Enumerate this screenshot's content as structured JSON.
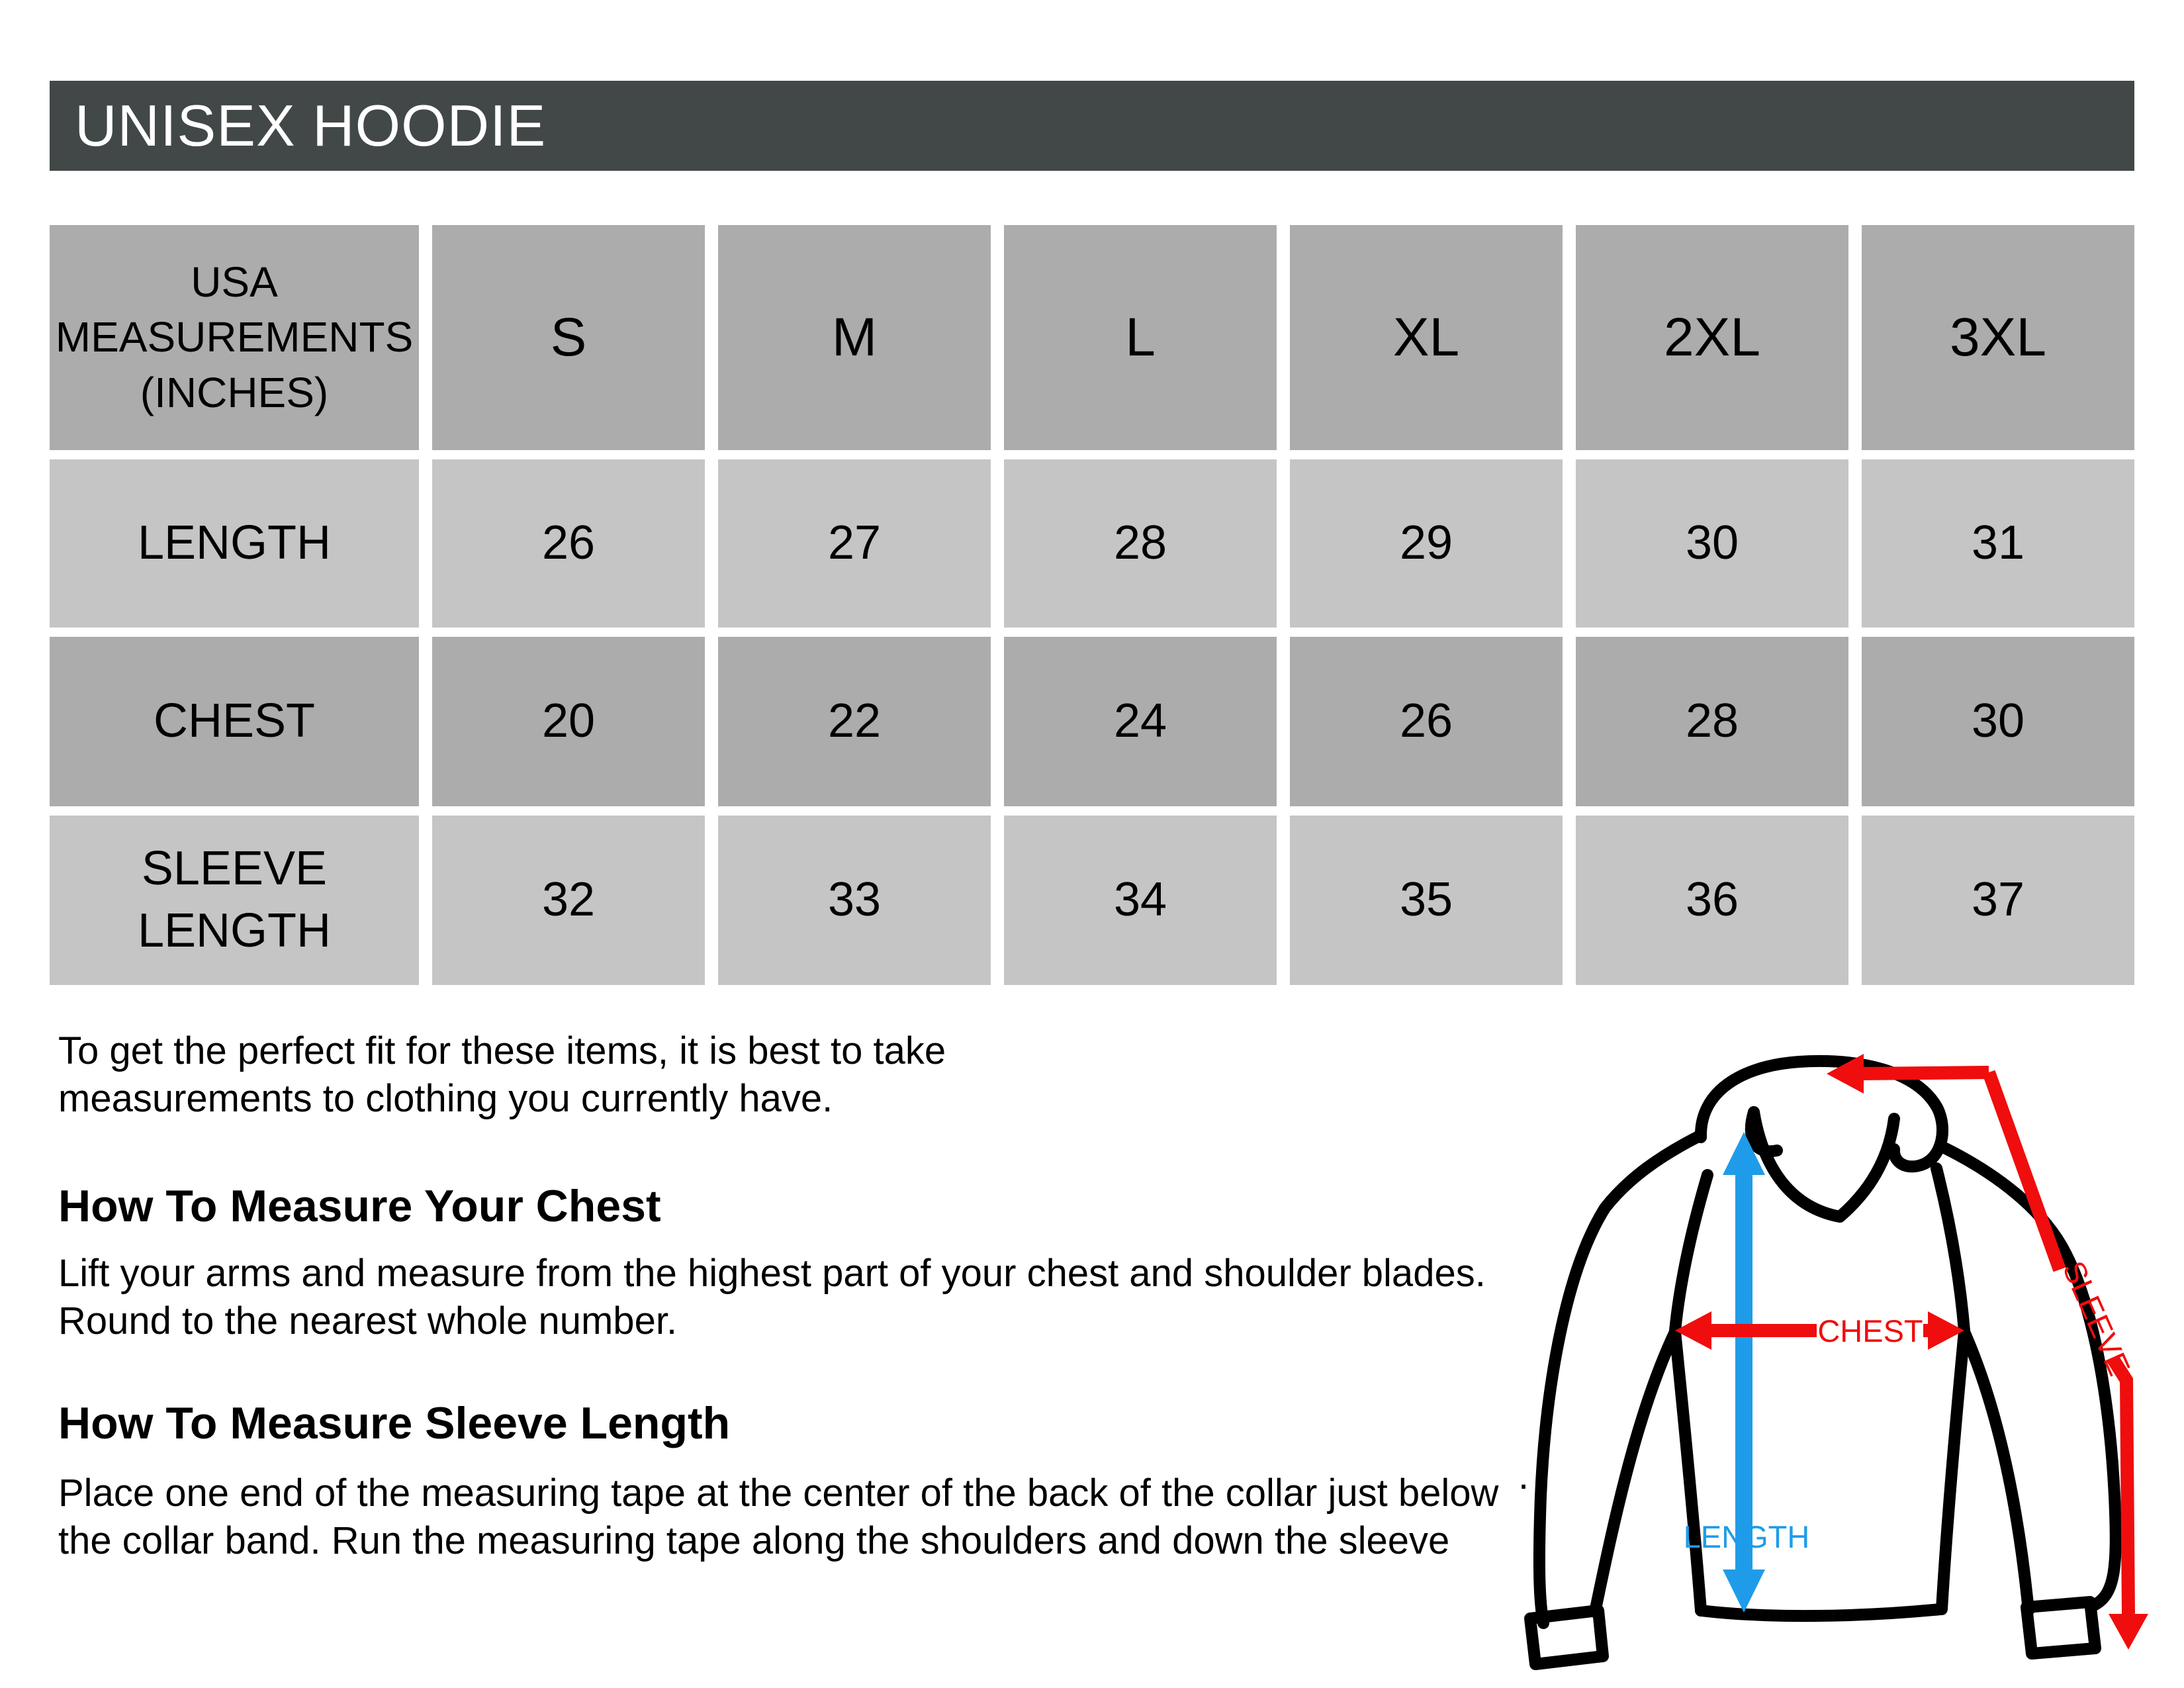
{
  "title": "UNISEX HOODIE",
  "table": {
    "corner_header": "USA\nMEASUREMENTS\n(INCHES)",
    "sizes": [
      "S",
      "M",
      "L",
      "XL",
      "2XL",
      "3XL"
    ],
    "rows": [
      {
        "label": "LENGTH",
        "values": [
          "26",
          "27",
          "28",
          "29",
          "30",
          "31"
        ]
      },
      {
        "label": "CHEST",
        "values": [
          "20",
          "22",
          "24",
          "26",
          "28",
          "30"
        ]
      },
      {
        "label": "SLEEVE\nLENGTH",
        "values": [
          "32",
          "33",
          "34",
          "35",
          "36",
          "37"
        ]
      }
    ]
  },
  "notes": {
    "intro": "To get the perfect fit for these items, it is best to take\nmeasurements to clothing you currently have.",
    "sections": [
      {
        "heading": "How To Measure Your Chest",
        "body": "Lift your arms and measure from the highest part of your chest and shoulder blades.\nRound to the nearest whole number."
      },
      {
        "heading": "How To Measure Sleeve Length",
        "body": "Place one end of the measuring tape at the center of the back of the collar just below\nthe collar band. Run the measuring tape along the shoulders and down the sleeve"
      }
    ]
  },
  "stray_mark": ".",
  "diagram": {
    "labels": {
      "length": "LENGTH",
      "chest": "CHEST",
      "sleeve": "SLEEVE"
    },
    "colors": {
      "arrow_red": "#f00d0d",
      "arrow_blue": "#1f9ce9",
      "outline_black": "#000000",
      "header_bar": "#424847",
      "row_dark": "#acacac",
      "row_light": "#c5c5c5"
    }
  }
}
